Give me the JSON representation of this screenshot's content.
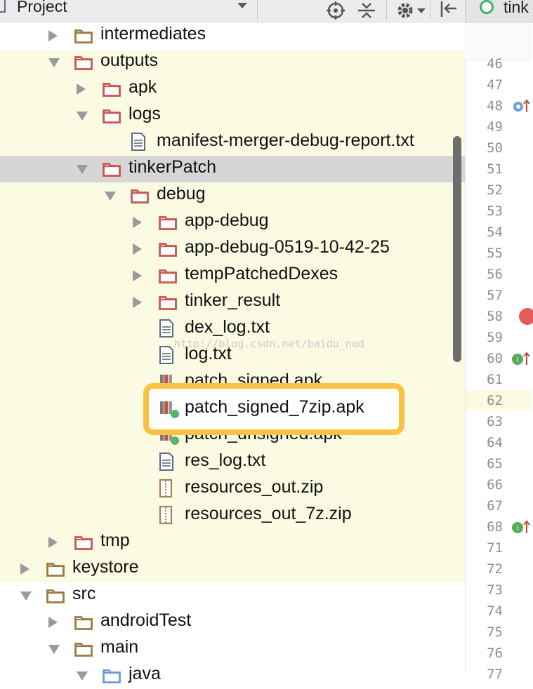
{
  "toolbar": {
    "title": "Project",
    "tab_label": "tink"
  },
  "tree": {
    "rows": [
      {
        "label": "intermediates",
        "icon": "folder-icon",
        "arrow": "right"
      },
      {
        "label": "outputs",
        "icon": "folder-red-icon",
        "arrow": "down"
      },
      {
        "label": "apk",
        "icon": "folder-red-icon",
        "arrow": "right"
      },
      {
        "label": "logs",
        "icon": "folder-red-icon",
        "arrow": "down"
      },
      {
        "label": "manifest-merger-debug-report.txt",
        "icon": "text-file-icon",
        "arrow": "none"
      },
      {
        "label": "tinkerPatch",
        "icon": "folder-red-icon",
        "arrow": "down",
        "selected": true
      },
      {
        "label": "debug",
        "icon": "folder-red-icon",
        "arrow": "down"
      },
      {
        "label": "app-debug",
        "icon": "folder-red-icon",
        "arrow": "right"
      },
      {
        "label": "app-debug-0519-10-42-25",
        "icon": "folder-red-icon",
        "arrow": "right"
      },
      {
        "label": "tempPatchedDexes",
        "icon": "folder-red-icon",
        "arrow": "right"
      },
      {
        "label": "tinker_result",
        "icon": "folder-red-icon",
        "arrow": "right"
      },
      {
        "label": "dex_log.txt",
        "icon": "text-file-icon",
        "arrow": "none"
      },
      {
        "label": "log.txt",
        "icon": "text-file-icon",
        "arrow": "none"
      },
      {
        "label": "patch_signed.apk",
        "icon": "apk-icon",
        "arrow": "none"
      },
      {
        "label": "patch_signed_7zip.apk",
        "icon": "apk-icon",
        "arrow": "none",
        "highlighted": true
      },
      {
        "label": "patch_unsigned.apk",
        "icon": "apk-icon",
        "arrow": "none"
      },
      {
        "label": "res_log.txt",
        "icon": "text-file-icon",
        "arrow": "none"
      },
      {
        "label": "resources_out.zip",
        "icon": "zip-file-icon",
        "arrow": "none"
      },
      {
        "label": "resources_out_7z.zip",
        "icon": "zip-file-icon",
        "arrow": "none"
      },
      {
        "label": "tmp",
        "icon": "folder-red-icon",
        "arrow": "right"
      },
      {
        "label": "keystore",
        "icon": "folder-icon",
        "arrow": "right"
      },
      {
        "label": "src",
        "icon": "folder-icon",
        "arrow": "down"
      },
      {
        "label": "androidTest",
        "icon": "folder-icon",
        "arrow": "right"
      },
      {
        "label": "main",
        "icon": "folder-icon",
        "arrow": "down"
      },
      {
        "label": "java",
        "icon": "folder-blue-icon",
        "arrow": "down"
      }
    ]
  },
  "watermark": "http://blog.csdn.net/baidu_nod",
  "gutter": {
    "line_numbers": [
      "46",
      "47",
      "48",
      "49",
      "50",
      "51",
      "52",
      "53",
      "54",
      "55",
      "56",
      "57",
      "58",
      "59",
      "60",
      "61",
      "62",
      "63",
      "64",
      "65",
      "66",
      "67",
      "68",
      "71",
      "72",
      "73",
      "74",
      "75",
      "76",
      "77"
    ]
  },
  "colors": {
    "accent_highlight": "#f9c240",
    "tree_band": "#fbfbe4",
    "selection": "#d6d6d6",
    "folder_red": "#c8564f",
    "folder_brown": "#9c7a44"
  }
}
